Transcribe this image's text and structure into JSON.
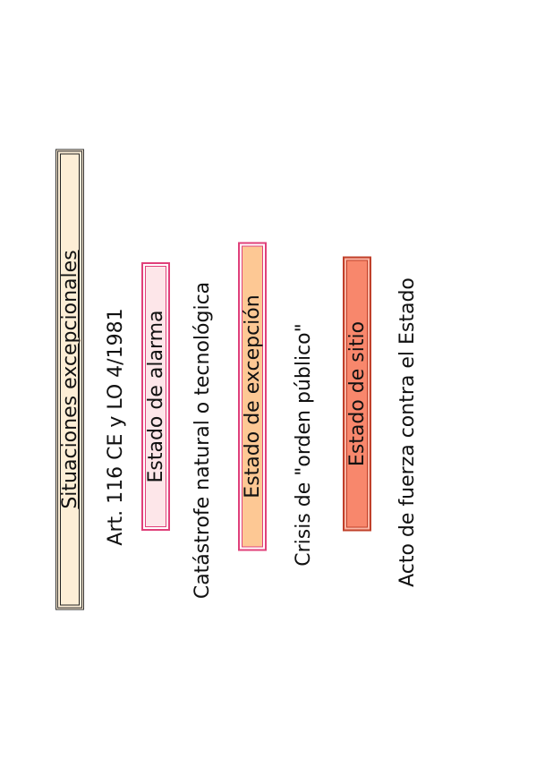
{
  "slide": {
    "title": "Situaciones excepcionales",
    "legal_basis": "Art. 116 CE   y   LO 4/1981",
    "states": [
      {
        "name": "Estado de alarma",
        "cause": "Catástrofe natural o tecnológica",
        "color": "#fde6e9",
        "border": "#e0407a"
      },
      {
        "name": "Estado de excepción",
        "cause": "Crisis de \"orden público\"",
        "color": "#fdc894",
        "border": "#e0407a"
      },
      {
        "name": "Estado de sitio",
        "cause": "Acto de fuerza contra el Estado",
        "color": "#f8876c",
        "border": "#c0402a"
      }
    ],
    "title_box_color": "#fdeed6"
  }
}
